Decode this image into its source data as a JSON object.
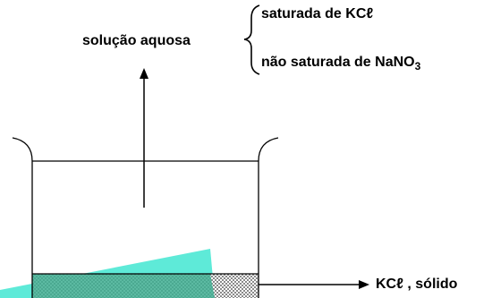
{
  "labels": {
    "solution": "solução aquosa",
    "saturated": "saturada de KCℓ",
    "unsaturated_main": "não saturada de NaNO",
    "unsaturated_sub": "3",
    "solid": "KCℓ , sólido"
  },
  "colors": {
    "line": "#000000",
    "background": "#ffffff",
    "solid_teal": "#3fae92",
    "highlight_cyan": "#4de8d4",
    "hatch": "#8a8a8a"
  }
}
